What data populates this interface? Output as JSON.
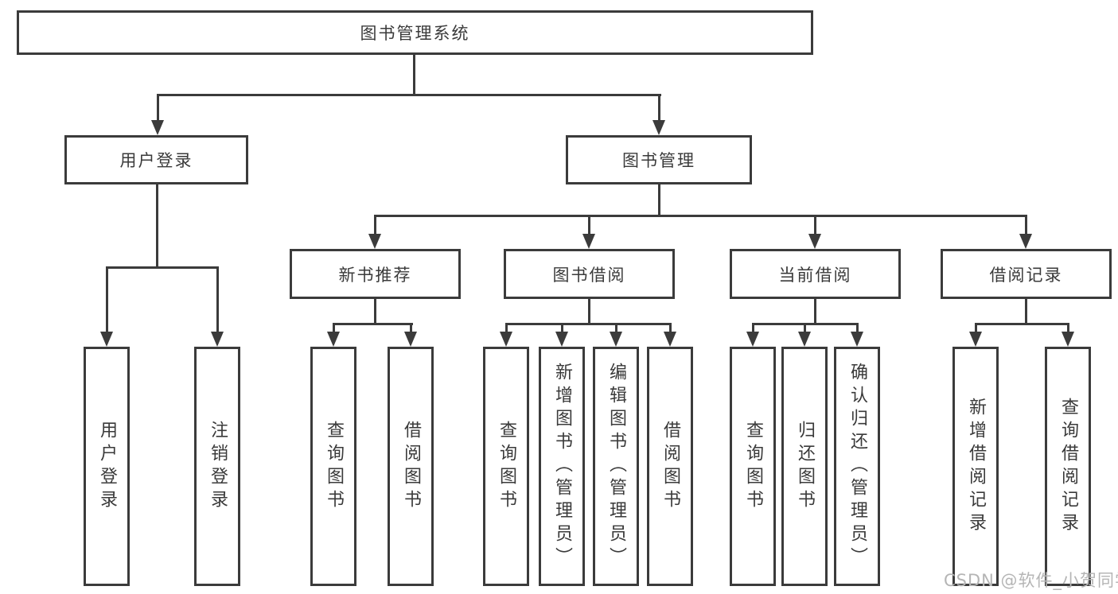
{
  "diagram": {
    "root": {
      "label": "图书管理系统"
    },
    "level2": [
      {
        "label": "用户登录"
      },
      {
        "label": "图书管理"
      }
    ],
    "level3": [
      {
        "label": "新书推荐"
      },
      {
        "label": "图书借阅"
      },
      {
        "label": "当前借阅"
      },
      {
        "label": "借阅记录"
      }
    ],
    "leaves": {
      "user_login": [
        "用户登录",
        "注销登录"
      ],
      "new_book_recommend": [
        "查询图书",
        "借阅图书"
      ],
      "book_borrow": [
        "查询图书",
        "新增图书（管理员）",
        "编辑图书（管理员）",
        "借阅图书"
      ],
      "current_borrow": [
        "查询图书",
        "归还图书",
        "确认归还（管理员）"
      ],
      "borrow_record": [
        "新增借阅记录",
        "查询借阅记录"
      ]
    }
  },
  "watermark": {
    "text": "CSDN @软件_小贺同学"
  },
  "icons": {
    "arrow_down": "▼"
  },
  "colors": {
    "line": "#3b3b3b",
    "text": "#3a3a3a",
    "box-bg": "#ffffff",
    "watermark": "#b5b5b5",
    "background": "#ffffff"
  }
}
